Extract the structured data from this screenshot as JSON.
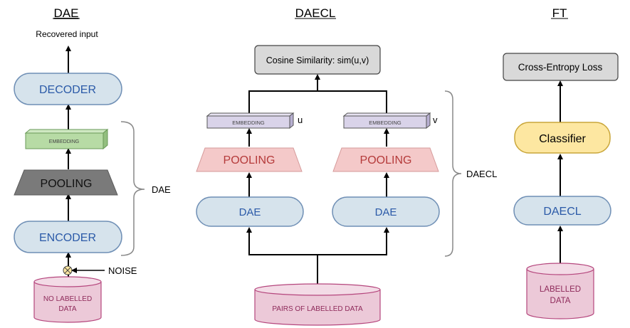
{
  "sections": {
    "dae": "DAE",
    "daecl": "DAECL",
    "ft": "FT"
  },
  "dae_column": {
    "output_label": "Recovered input",
    "decoder": "DECODER",
    "embedding": "EMBEDDING",
    "pooling": "POOLING",
    "encoder": "ENCODER",
    "noise_label": "NOISE",
    "input_line1": "NO LABELLED",
    "input_line2": "DATA",
    "brace_label": "DAE"
  },
  "daecl_column": {
    "top_box": "Cosine Similarity: sim(u,v)",
    "left": {
      "embedding": "EMBEDDING",
      "embedding_var": "u",
      "pooling": "POOLING",
      "model": "DAE"
    },
    "right": {
      "embedding": "EMBEDDING",
      "embedding_var": "v",
      "pooling": "POOLING",
      "model": "DAE"
    },
    "input": "PAIRS OF LABELLED DATA",
    "brace_label": "DAECL"
  },
  "ft_column": {
    "loss": "Cross-Entropy Loss",
    "classifier": "Classifier",
    "model": "DAECL",
    "input_line1": "LABELLED",
    "input_line2": "DATA"
  },
  "colors": {
    "blue_fill": "#d6e3ec",
    "blue_stroke": "#6f8fb5",
    "blue_text": "#2b5aa8",
    "green_fill": "#b7dba5",
    "lavender_fill": "#d9d3e9",
    "pink_fill": "#f4c9c9",
    "pink_text": "#b53b3b",
    "dark_gray": "#7a7a7a",
    "light_gray": "#d9d9d9",
    "yellow_fill": "#fde7a1",
    "cyl_fill": "#ecc9d8",
    "cyl_stroke": "#b5467d",
    "cyl_text": "#8e2a5a"
  }
}
